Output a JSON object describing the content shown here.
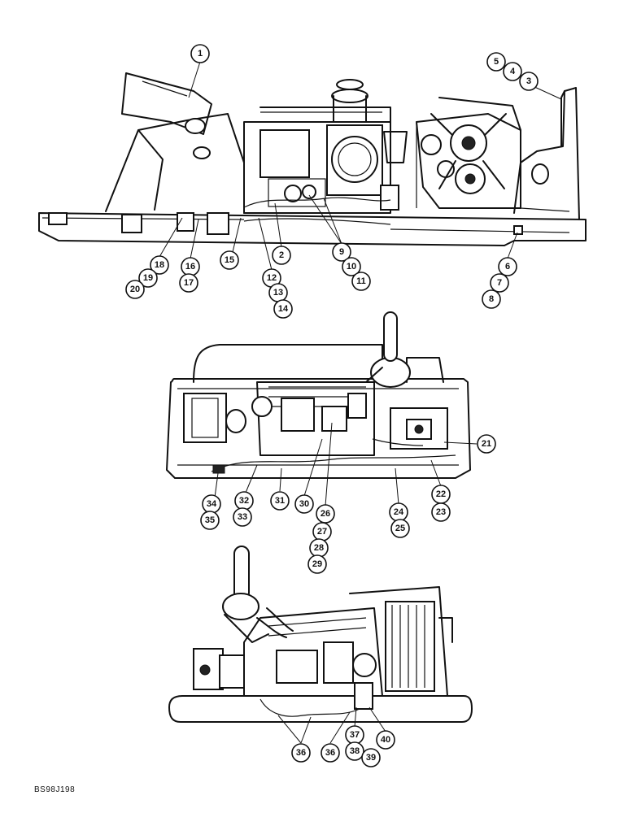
{
  "figure_code": "BS98J198",
  "callouts": [
    "1",
    "2",
    "3",
    "4",
    "5",
    "6",
    "7",
    "8",
    "9",
    "10",
    "11",
    "12",
    "13",
    "14",
    "15",
    "16",
    "17",
    "18",
    "19",
    "20",
    "21",
    "22",
    "23",
    "24",
    "25",
    "26",
    "27",
    "28",
    "29",
    "30",
    "31",
    "32",
    "33",
    "34",
    "35",
    "36",
    "36",
    "37",
    "38",
    "39",
    "40"
  ]
}
